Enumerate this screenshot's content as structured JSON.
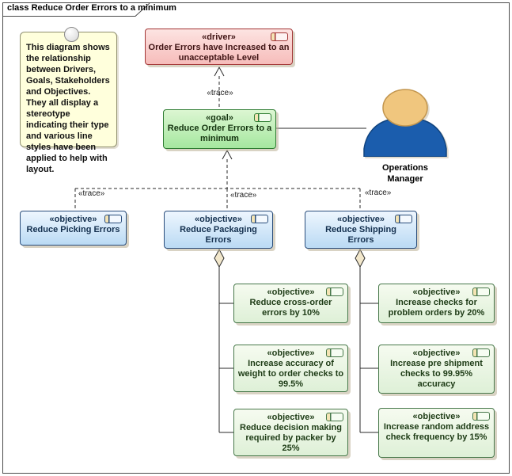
{
  "frame": {
    "title": "class Reduce Order Errors to a minimum"
  },
  "note": {
    "text": "This diagram shows the relationship between Drivers, Goals, Stakeholders and Objectives. They all display a stereotype indicating their type and various line styles have been applied to help with layout."
  },
  "labels": {
    "trace": "«trace»"
  },
  "nodes": {
    "driver": {
      "stereotype": "«driver»",
      "name": "Order Errors have Increased to an unacceptable Level"
    },
    "goal": {
      "stereotype": "«goal»",
      "name": "Reduce Order Errors to a minimum"
    },
    "picking": {
      "stereotype": "«objective»",
      "name": "Reduce Picking Errors"
    },
    "packaging": {
      "stereotype": "«objective»",
      "name": "Reduce Packaging Errors"
    },
    "shipping": {
      "stereotype": "«objective»",
      "name": "Reduce Shipping Errors"
    },
    "crossorder": {
      "stereotype": "«objective»",
      "name": "Reduce cross-order errors by 10%"
    },
    "weightchecks": {
      "stereotype": "«objective»",
      "name": "Increase accuracy of weight to order checks to 99.5%"
    },
    "decision": {
      "stereotype": "«objective»",
      "name": "Reduce decision making required by packer by 25%"
    },
    "problemorders": {
      "stereotype": "«objective»",
      "name": "Increase checks for problem orders by 20%"
    },
    "preshipment": {
      "stereotype": "«objective»",
      "name": "Increase pre shipment checks to 99.95% accuracy"
    },
    "randomaddress": {
      "stereotype": "«objective»",
      "name": "Increase random address check frequency by 15%"
    }
  },
  "actor": {
    "name": "Operations Manager"
  },
  "colors": {
    "driver_border": "#a23535",
    "goal_border": "#2f7d33",
    "objective_blue_border": "#2a4d7b",
    "objective_green_border": "#47784a",
    "actor_body": "#1b5dad",
    "actor_head": "#f0c67e",
    "note_fill": "#ffffdc",
    "line": "#2a2a2a",
    "diamond_fill": "#f2e7cb"
  }
}
